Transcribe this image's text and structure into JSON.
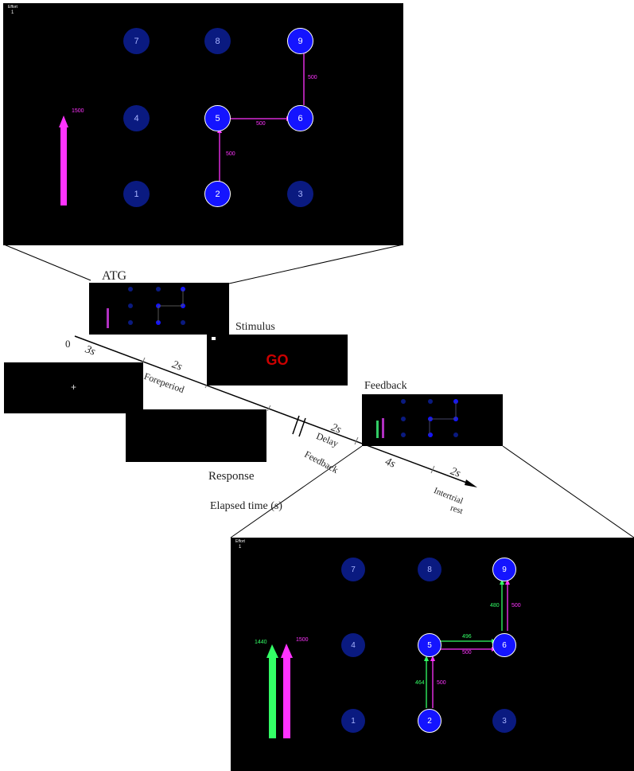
{
  "top_panel": {
    "header": "Effort",
    "trial": "1",
    "nodes": [
      "7",
      "8",
      "9",
      "4",
      "5",
      "6",
      "1",
      "2",
      "3"
    ],
    "bar_label": "1500",
    "seg_2_5": "500",
    "seg_5_6": "500",
    "seg_6_9": "500"
  },
  "timeline": {
    "atg_label": "ATG",
    "stimulus_label": "Stimulus",
    "go_text": "GO",
    "feedback_label": "Feedback",
    "response_label": "Response",
    "fixation": "+",
    "origin": "0",
    "d1": "3s",
    "d2": "2s",
    "foreperiod": "Foreperiod",
    "d3": "2s",
    "delay_line1": "Delay",
    "delay_line2": "Feedback",
    "d4": "4s",
    "d5": "2s",
    "intertrial_line1": "Intertrial",
    "intertrial_line2": "rest",
    "elapsed": "Elapsed time (s)"
  },
  "bottom_panel": {
    "header": "Effort",
    "trial": "1",
    "nodes": [
      "7",
      "8",
      "9",
      "4",
      "5",
      "6",
      "1",
      "2",
      "3"
    ],
    "bar_green_label": "1440",
    "bar_mag_label": "1500",
    "g_2_5": "464",
    "m_2_5": "500",
    "g_5_6": "496",
    "m_5_6": "500",
    "g_6_9": "480",
    "m_6_9": "500"
  },
  "colors": {
    "magenta": "#ff33ff",
    "green": "#33ff66",
    "node_dim": "#0a1a80",
    "node_lit": "#1414ff",
    "go": "#cc0000"
  }
}
